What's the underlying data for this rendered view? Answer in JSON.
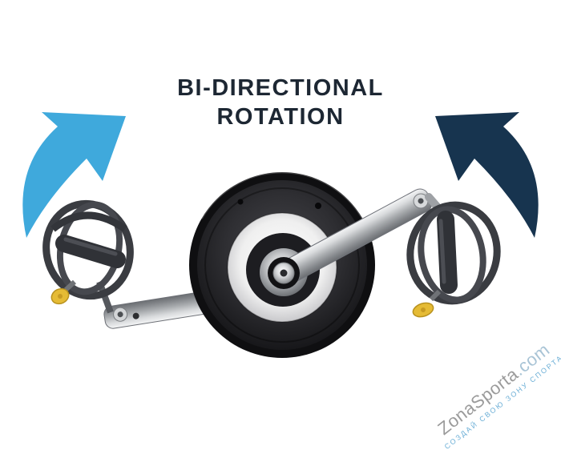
{
  "caption": {
    "line1": "BI-DIRECTIONAL",
    "line2": "ROTATION"
  },
  "watermark": {
    "brand": "ZonaSporta",
    "tld": ".com",
    "tagline": "СОЗДАЙ СВОЮ ЗОНУ СПОРТА"
  },
  "colors": {
    "left_arrow": "#3fa9dc",
    "right_arrow": "#17344f",
    "title": "#1d2733",
    "watermark_brand": "#9b9b9b",
    "watermark_tld": "#a9c4d6",
    "watermark_tagline": "#6aaed6",
    "knob_yellow": "#e5bb35"
  }
}
